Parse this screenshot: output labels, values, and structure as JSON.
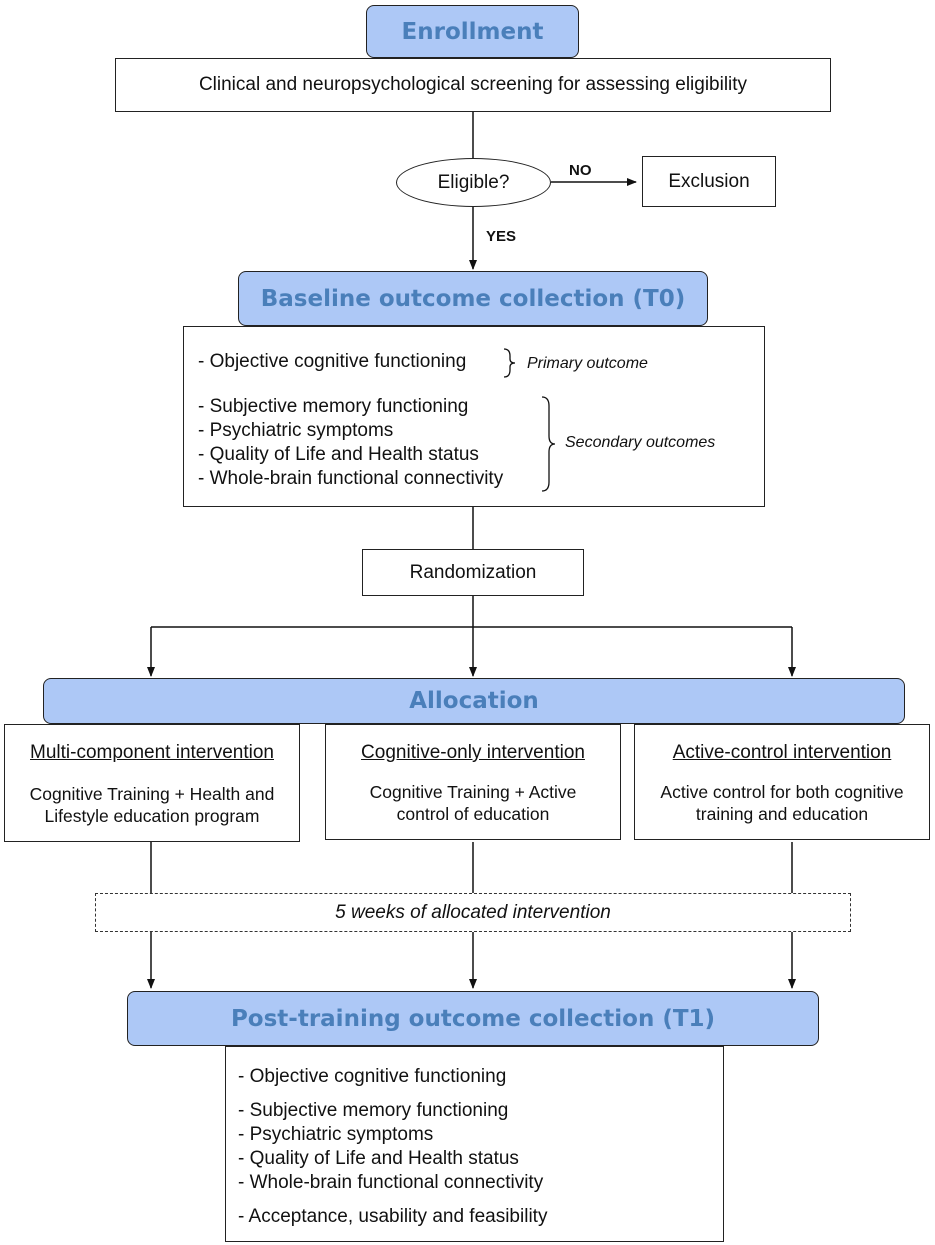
{
  "enrollment": {
    "title": "Enrollment",
    "screening": "Clinical and neuropsychological screening for assessing eligibility"
  },
  "eligibility": {
    "question": "Eligible?",
    "no_label": "NO",
    "yes_label": "YES",
    "exclusion": "Exclusion"
  },
  "baseline": {
    "title": "Baseline outcome collection (T0)",
    "primary_items": [
      "- Objective cognitive functioning"
    ],
    "primary_note": "Primary outcome",
    "secondary_items": [
      "- Subjective memory functioning",
      "- Psychiatric symptoms",
      "- Quality of Life and Health status",
      "- Whole-brain functional connectivity"
    ],
    "secondary_note": "Secondary outcomes"
  },
  "randomization": "Randomization",
  "allocation": {
    "title": "Allocation",
    "arms": [
      {
        "title": "Multi-component intervention",
        "desc_lines": [
          "Cognitive Training + Health and",
          "Lifestyle education program"
        ]
      },
      {
        "title": "Cognitive-only intervention",
        "desc_lines": [
          "Cognitive Training + Active",
          "control of education"
        ]
      },
      {
        "title": "Active-control intervention",
        "desc_lines": [
          "Active control for both cognitive",
          "training and education"
        ]
      }
    ]
  },
  "duration": "5 weeks of allocated intervention",
  "post": {
    "title": "Post-training outcome collection (T1)",
    "item_primary": "- Objective cognitive functioning",
    "items_secondary": [
      "- Subjective memory functioning",
      "- Psychiatric symptoms",
      "- Quality of Life and Health status",
      "- Whole-brain functional connectivity"
    ],
    "item_extra": "- Acceptance, usability and feasibility"
  },
  "colors": {
    "header_fill": "#adc8f6",
    "header_text": "#4a7fba",
    "line": "#222222"
  }
}
